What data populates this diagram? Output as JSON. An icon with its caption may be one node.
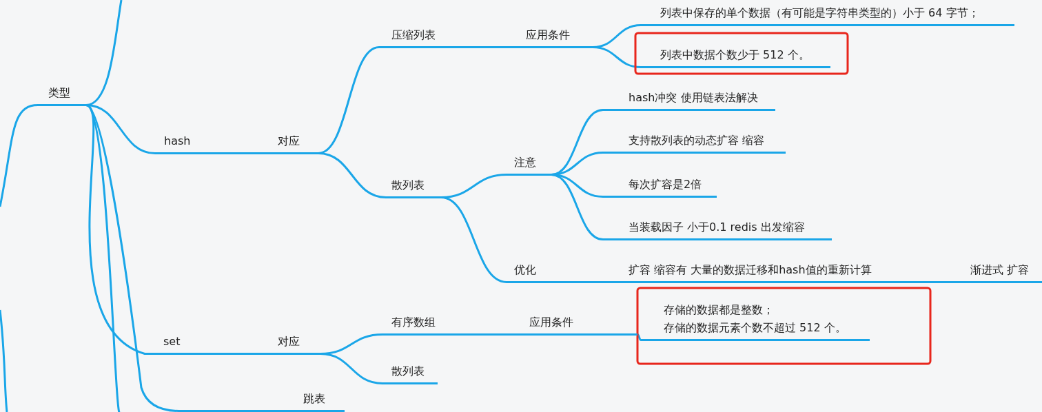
{
  "diagram": {
    "nodes": [
      {
        "text": [
          "类型"
        ]
      },
      {
        "text": [
          "hash"
        ]
      },
      {
        "text": [
          "对应"
        ]
      },
      {
        "text": [
          "压缩列表"
        ]
      },
      {
        "text": [
          "应用条件"
        ]
      },
      {
        "text": [
          "列表中保存的单个数据（有可能是字符串类型的）小于 64 字节；"
        ]
      },
      {
        "text": [
          "列表中数据个数少于 512 个。"
        ]
      },
      {
        "text": [
          "散列表"
        ]
      },
      {
        "text": [
          "注意"
        ]
      },
      {
        "text": [
          "hash冲突 使用链表法解决"
        ]
      },
      {
        "text": [
          "支持散列表的动态扩容 缩容"
        ]
      },
      {
        "text": [
          "每次扩容是2倍"
        ]
      },
      {
        "text": [
          "当装载因子  小于0.1  redis 出发缩容"
        ]
      },
      {
        "text": [
          "优化"
        ]
      },
      {
        "text": [
          "扩容 缩容有 大量的数据迁移和hash值的重新计算"
        ]
      },
      {
        "text": [
          "渐进式 扩容"
        ]
      },
      {
        "text": [
          "set"
        ]
      },
      {
        "text": [
          "对应"
        ]
      },
      {
        "text": [
          "有序数组"
        ]
      },
      {
        "text": [
          "应用条件"
        ]
      },
      {
        "text": [
          "存储的数据都是整数；",
          "存储的数据元素个数不超过 512 个。"
        ]
      },
      {
        "text": [
          "散列表"
        ]
      },
      {
        "text": [
          "跳表"
        ]
      }
    ],
    "edges": [
      {
        "from": null,
        "to": 0,
        "arrow": "none"
      },
      {
        "from": 0,
        "to": null,
        "arrow": "none"
      },
      {
        "from": 0,
        "to": 1,
        "arrow": "none"
      },
      {
        "from": 1,
        "to": 2,
        "arrow": "none"
      },
      {
        "from": 2,
        "to": 3,
        "arrow": "none"
      },
      {
        "from": 3,
        "to": 4,
        "arrow": "none"
      },
      {
        "from": 4,
        "to": 5,
        "arrow": "none"
      },
      {
        "from": 4,
        "to": 6,
        "arrow": "none"
      },
      {
        "from": 2,
        "to": 7,
        "arrow": "none"
      },
      {
        "from": 7,
        "to": 8,
        "arrow": "none"
      },
      {
        "from": 8,
        "to": 9,
        "arrow": "none"
      },
      {
        "from": 8,
        "to": 10,
        "arrow": "none"
      },
      {
        "from": 8,
        "to": 11,
        "arrow": "none"
      },
      {
        "from": 8,
        "to": 12,
        "arrow": "none"
      },
      {
        "from": 7,
        "to": 13,
        "arrow": "none"
      },
      {
        "from": 13,
        "to": 14,
        "arrow": "none"
      },
      {
        "from": 14,
        "to": 15,
        "arrow": "none"
      },
      {
        "from": 0,
        "to": 16,
        "arrow": "none"
      },
      {
        "from": 16,
        "to": 17,
        "arrow": "none"
      },
      {
        "from": 17,
        "to": 18,
        "arrow": "none"
      },
      {
        "from": 18,
        "to": 19,
        "arrow": "none"
      },
      {
        "from": 19,
        "to": 20,
        "arrow": "none"
      },
      {
        "from": 17,
        "to": 21,
        "arrow": "none"
      },
      {
        "from": 0,
        "to": 22,
        "arrow": "none"
      },
      {
        "from": 0,
        "to": null,
        "arrow": "none"
      }
    ]
  }
}
